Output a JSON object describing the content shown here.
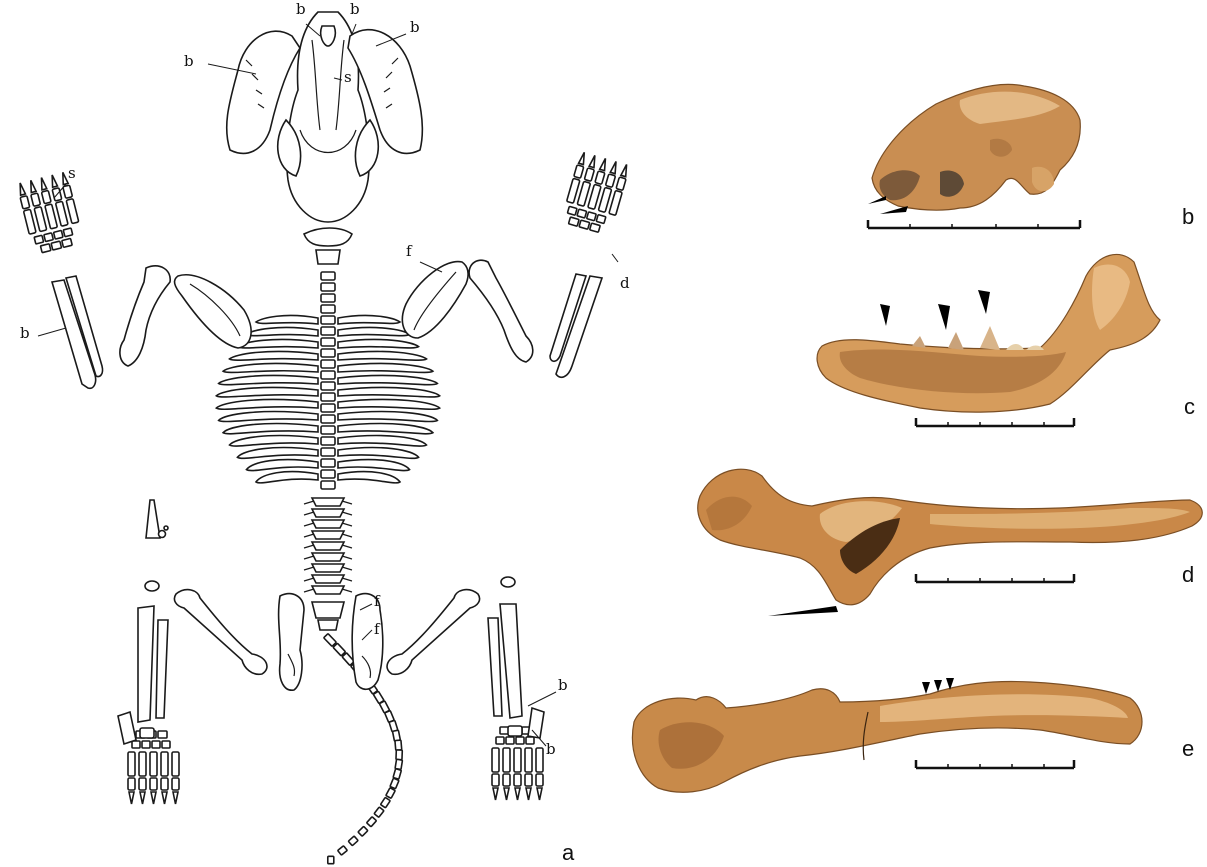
{
  "skeleton_labels": {
    "skull_b1": "b",
    "skull_b2": "b",
    "skull_b3": "b",
    "skull_b_left": "b",
    "skull_s": "s",
    "forelimb_left_s": "s",
    "forelimb_left_b": "b",
    "forelimb_right_f": "f",
    "forelimb_right_d": "d",
    "pelvis_f1": "f",
    "pelvis_f2": "f",
    "hindlimb_right_b1": "b",
    "hindlimb_right_b2": "b"
  },
  "panel_labels": {
    "a": "a",
    "b": "b",
    "c": "c",
    "d": "d",
    "e": "e"
  },
  "colors": {
    "line_art": "#1a1a1a",
    "bone_light": "#d9a66a",
    "bone_mid": "#c68a4c",
    "bone_dark": "#8a5a2b",
    "background": "#ffffff"
  }
}
